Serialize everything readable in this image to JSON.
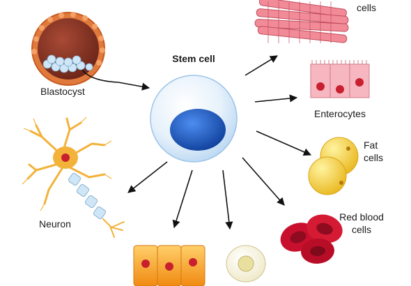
{
  "diagram": {
    "center": {
      "label": "Stem cell"
    },
    "nodes": [
      {
        "id": "blastocyst",
        "label": "Blastocyst"
      },
      {
        "id": "muscle",
        "label": "cells"
      },
      {
        "id": "enterocytes",
        "label": "Enterocytes"
      },
      {
        "id": "fat",
        "label_line1": "Fat",
        "label_line2": "cells"
      },
      {
        "id": "red_blood",
        "label_line1": "Red blood",
        "label_line2": "cells"
      },
      {
        "id": "neuron",
        "label": "Neuron"
      },
      {
        "id": "epithelial",
        "label": ""
      },
      {
        "id": "white_cell",
        "label": ""
      }
    ]
  },
  "colors": {
    "stem_cell_body": "#e6f1fb",
    "stem_cell_nucleus": "#1f5fc4",
    "blastocyst_outer": "#e07a3c",
    "blastocyst_inner": "#8a3a2a",
    "muscle": "#f28b98",
    "enterocyte": "#f6b7c1",
    "fat": "#f7d64a",
    "red_blood": "#c8102e",
    "neuron": "#f3b23a",
    "epithelial": "#f5a623",
    "arrow": "#111111"
  }
}
